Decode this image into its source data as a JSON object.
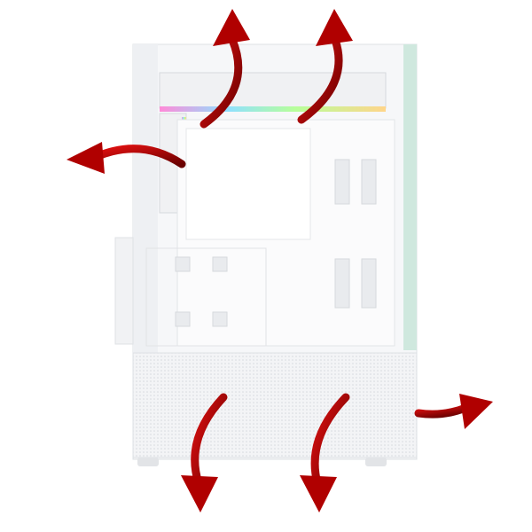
{
  "colors": {
    "background": "#ffffff",
    "case_body": "#f4f5f7",
    "case_shadow": "#dcdfe3",
    "glass_edge": "#b9dccf",
    "arrow": "#b00000",
    "arrow_dark": "#6a0000",
    "rgb_fan": "#9fd7ff"
  },
  "icons": [
    "airflow-arrow-up",
    "airflow-arrow-left",
    "airflow-arrow-right",
    "airflow-arrow-down"
  ]
}
